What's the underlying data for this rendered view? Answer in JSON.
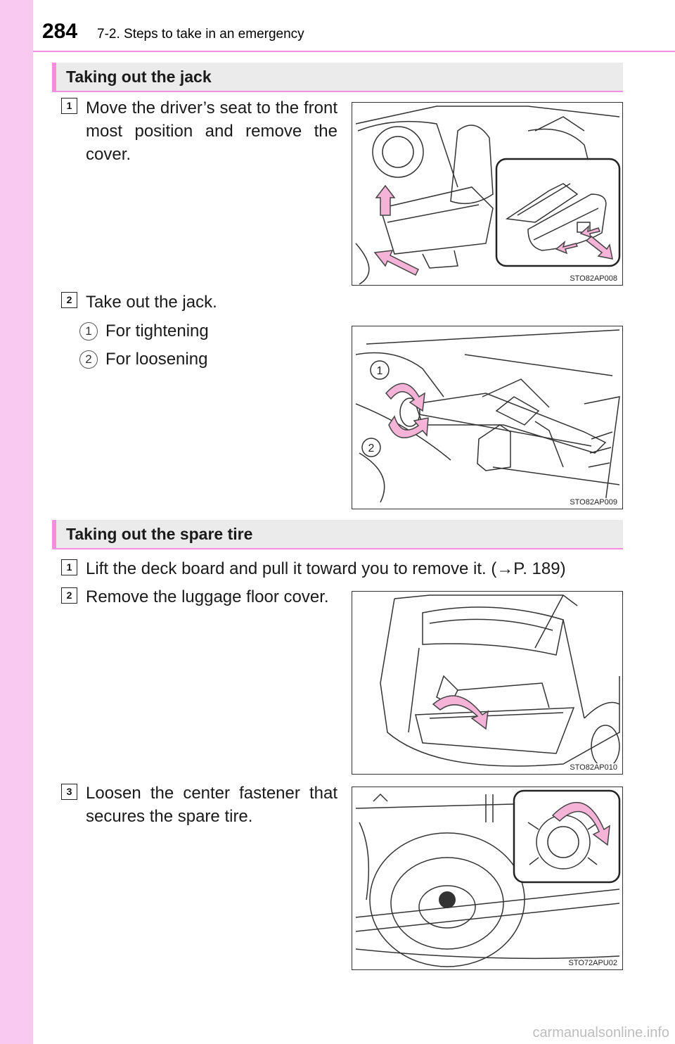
{
  "header": {
    "page_number": "284",
    "chapter_title": "7-2. Steps to take in an emergency"
  },
  "sections": [
    {
      "heading": "Taking out the jack",
      "steps": [
        {
          "number": "1",
          "text": "Move the driver’s seat to the front most position and remove the cover.",
          "figure_code": "STO82AP008"
        },
        {
          "number": "2",
          "text": "Take out the jack.",
          "figure_code": "STO82AP009",
          "sub_items": [
            {
              "number": "1",
              "label": "For tightening"
            },
            {
              "number": "2",
              "label": "For loosening"
            }
          ],
          "figure_callouts": [
            "1",
            "2"
          ]
        }
      ]
    },
    {
      "heading": "Taking out the spare tire",
      "steps": [
        {
          "number": "1",
          "text": "Lift the deck board and pull it toward you to remove it. (→P. 189)"
        },
        {
          "number": "2",
          "text": "Remove the luggage floor cover.",
          "figure_code": "STO82AP010"
        },
        {
          "number": "3",
          "text": "Loosen the center fastener that secures the spare tire.",
          "figure_code": "STO72APU02"
        }
      ]
    }
  ],
  "watermark": "carmanualsonline.info",
  "colors": {
    "accent": "#f28ee0",
    "side_bar": "#f9c9f2",
    "heading_bg": "#ecebec",
    "arrow_fill": "#f6b3d8"
  }
}
